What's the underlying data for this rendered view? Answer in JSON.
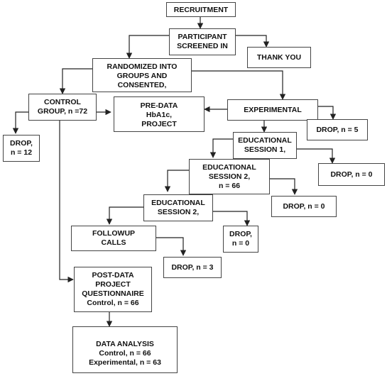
{
  "boxes": {
    "recruitment": {
      "lines": [
        "RECRUITMENT"
      ]
    },
    "participant_screened_in": {
      "lines": [
        "PARTICIPANT",
        "SCREENED IN"
      ]
    },
    "thank_you": {
      "lines": [
        "THANK YOU"
      ]
    },
    "randomized": {
      "lines": [
        "RANDOMIZED INTO",
        "GROUPS AND",
        "CONSENTED,"
      ]
    },
    "control_group": {
      "lines": [
        "CONTROL",
        "GROUP, n =72"
      ]
    },
    "pre_data": {
      "lines": [
        "PRE-DATA",
        "HbA1c,",
        "PROJECT"
      ]
    },
    "experimental": {
      "lines": [
        "EXPERIMENTAL"
      ]
    },
    "drop_control": {
      "lines": [
        "DROP,",
        "n = 12"
      ]
    },
    "drop_experimental": {
      "lines": [
        "DROP, n = 5"
      ]
    },
    "educational_session_1": {
      "lines": [
        "EDUCATIONAL",
        "SESSION 1,"
      ]
    },
    "drop_session_1": {
      "lines": [
        "DROP, n = 0"
      ]
    },
    "educational_session_2a": {
      "lines": [
        "EDUCATIONAL",
        "SESSION 2,",
        "n = 66"
      ]
    },
    "drop_session_2a": {
      "lines": [
        "DROP, n = 0"
      ]
    },
    "educational_session_2b": {
      "lines": [
        "EDUCATIONAL",
        "SESSION 2,"
      ]
    },
    "drop_session_2b": {
      "lines": [
        "DROP,",
        "n = 0"
      ]
    },
    "followup_calls": {
      "lines": [
        "FOLLOWUP",
        "CALLS"
      ]
    },
    "drop_followup": {
      "lines": [
        "DROP, n = 3"
      ]
    },
    "post_data": {
      "lines": [
        "POST-DATA",
        "PROJECT",
        "QUESTIONNAIRE",
        "Control, n = 66"
      ]
    },
    "data_analysis": {
      "lines": [
        "DATA ANALYSIS",
        "Control, n = 66",
        "Experimental, n = 63"
      ]
    }
  }
}
